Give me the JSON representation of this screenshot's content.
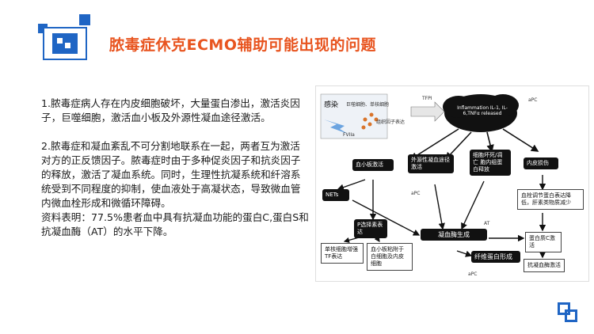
{
  "header": {
    "title": "脓毒症休克ECMO辅助可能出现的问题"
  },
  "body": {
    "para1": "1.脓毒症病人存在内皮细胞破坏，大量蛋白渗出，激活炎因子，巨噬细胞，激活血小板及外源性凝血途径激活。",
    "para2": "2.脓毒症和凝血紊乱不可分割地联系在一起，两者互为激活对方的正反馈因子。脓毒症时由于多种促炎因子和抗炎因子的释放，激活了凝血系统。同时，生理性抗凝系统和纤溶系统受到不同程度的抑制，使血液处于高凝状态，导致微血管内微血栓形成和微循环障碍。",
    "para3": "资料表明：77.5%患者血中具有抗凝血功能的蛋白C,蛋白S和抗凝血酶（AT）的水平下降。"
  },
  "diagram": {
    "infection": "感染",
    "cells": "巨噬细胞、单核细胞",
    "tissue_factor": "组织因子表达",
    "fviia": "FVIIa",
    "tfpi": "TFPI",
    "apc_top": "aPC",
    "inflammation": "Inflammation IL-1, IL-6,TNFα released",
    "platelet": "血小板激活",
    "extrinsic": "外源性凝血途径激活",
    "endo_necrosis": "细胞坏死/凋亡 胞内组蛋白释放",
    "endo_damage": "内皮损伤",
    "nets": "NETs",
    "apc_mid": "aPC",
    "regulator": "血栓调节蛋白表达降低，肝素类物质减少",
    "pselectin": "P选择素表达",
    "at": "AT",
    "thrombin": "凝血酶生成",
    "protein_c": "蛋白质C激活",
    "mono_tf": "单核细胞增强TF表达",
    "platelet_adhere": "血小板粘附于白细胞及内皮细胞",
    "fibrin": "纤维蛋白形成",
    "anti_thrombin": "抗凝血酶激活",
    "apc_bottom": "aPC"
  }
}
